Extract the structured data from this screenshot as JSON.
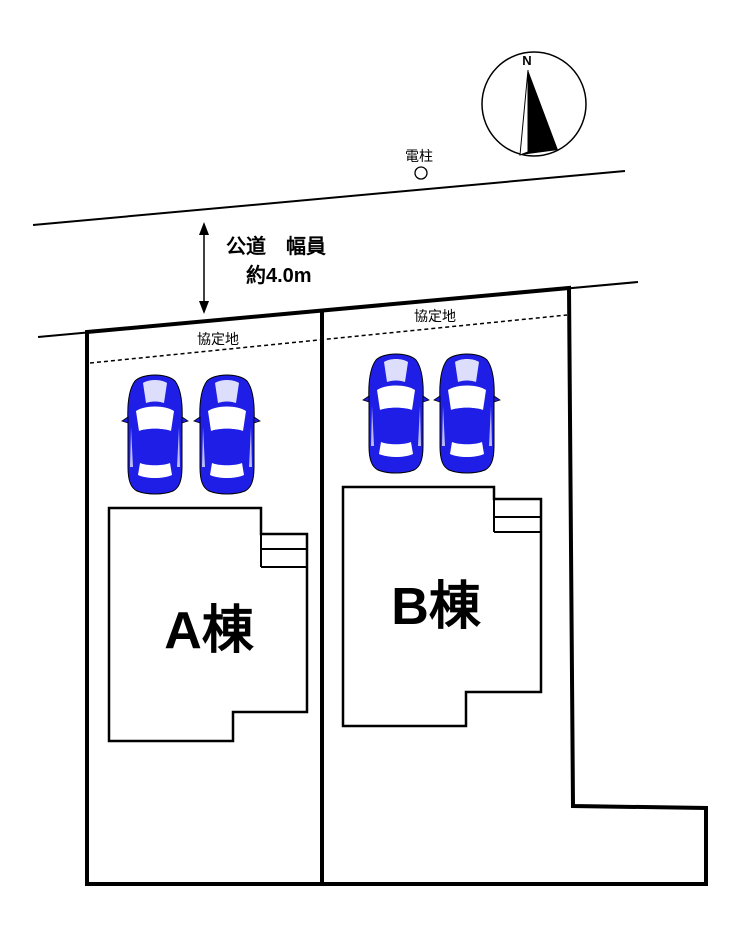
{
  "compass": {
    "north_label": "N",
    "icon": "north-arrow-icon"
  },
  "utility_pole": {
    "label": "電柱",
    "icon": "utility-pole-icon"
  },
  "road": {
    "name_label": "公道　幅員",
    "width_label": "約4.0m"
  },
  "setback": {
    "left_label": "協定地",
    "right_label": "協定地"
  },
  "lots": {
    "a": {
      "label": "A棟"
    },
    "b": {
      "label": "B棟"
    }
  },
  "car_icon": {
    "icon": "car-icon",
    "color": "#1e1ee6"
  },
  "colors": {
    "line": "#000000",
    "car_body": "#1e1ee6",
    "background": "#ffffff"
  }
}
